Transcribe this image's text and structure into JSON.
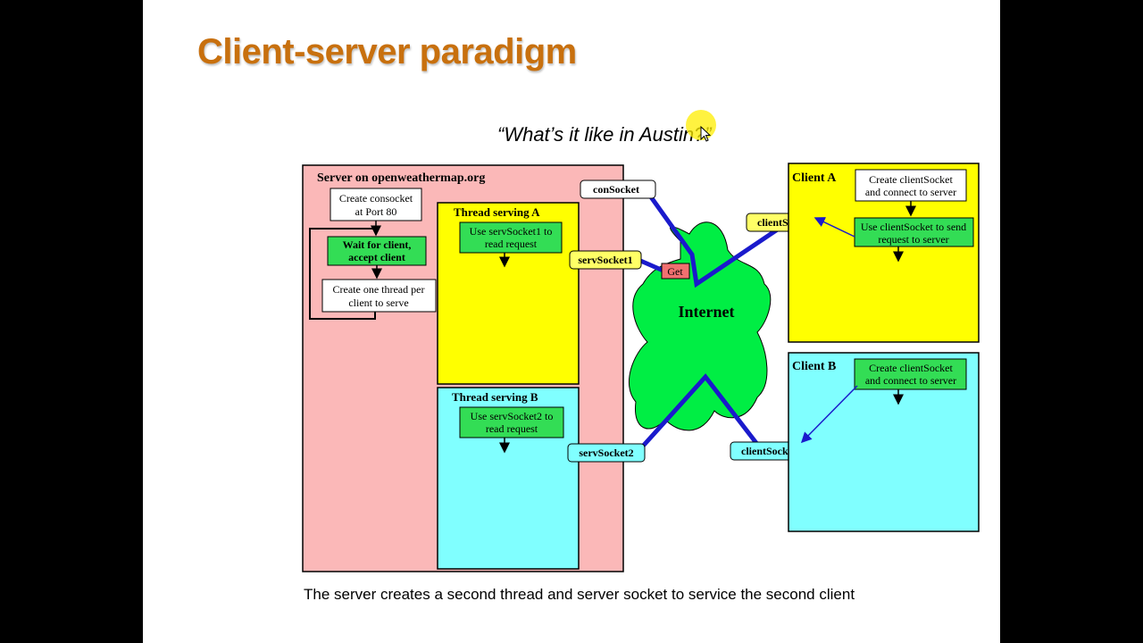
{
  "slide": {
    "title": "Client-server paradigm",
    "quote": "“What’s it like in Austin?”",
    "caption": "The server creates a second thread and server socket to service the second client"
  },
  "diagram": {
    "server": {
      "label": "Server on openweathermap.org",
      "create_consocket": [
        "Create consocket",
        "at Port 80"
      ],
      "wait_accept": [
        "Wait for client,",
        "accept client"
      ],
      "create_thread": [
        "Create one thread per",
        "client to serve"
      ]
    },
    "thread_a": {
      "label": "Thread serving A",
      "action": [
        "Use servSocket1 to",
        "read request"
      ]
    },
    "thread_b": {
      "label": "Thread serving B",
      "action": [
        "Use servSocket2 to",
        "read request"
      ]
    },
    "client_a": {
      "label": "Client A",
      "create": [
        "Create clientSocket",
        "and connect to server"
      ],
      "send": [
        "Use clientSocket to send",
        "request to server"
      ]
    },
    "client_b": {
      "label": "Client B",
      "create": [
        "Create clientSocket",
        "and connect to server"
      ]
    },
    "sockets": {
      "consocket": "conSocket",
      "servsocket1": "servSocket1",
      "servsocket2": "servSocket2",
      "clientsocket_a": "clientSocket",
      "clientsocket_b": "clientSocket"
    },
    "get_label": "Get",
    "internet_label": "Internet",
    "colors": {
      "server_bg": "#fbb8b8",
      "thread_a_bg": "#ffff00",
      "thread_b_bg": "#80ffff",
      "client_a_bg": "#ffff00",
      "client_b_bg": "#80ffff",
      "action_green": "#33dd55",
      "internet_green": "#00ee44",
      "connection_blue": "#1a1acc",
      "title_orange": "#c8700e",
      "get_red": "#f07070"
    }
  }
}
